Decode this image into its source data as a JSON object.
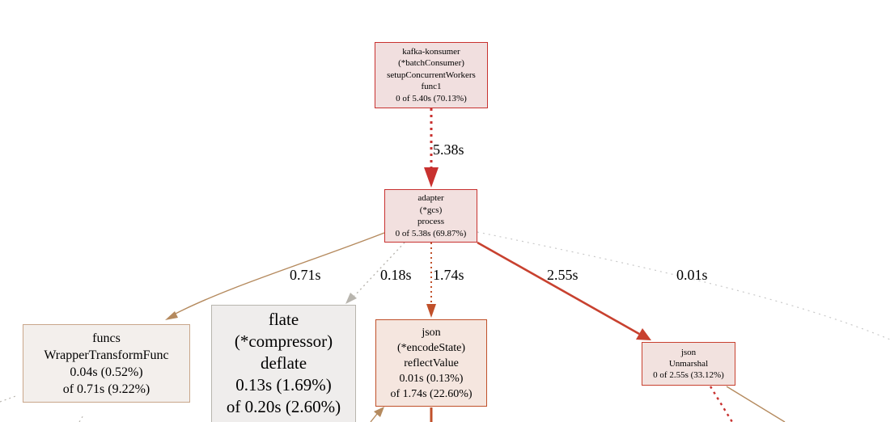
{
  "colors": {
    "hot": "#c8312f",
    "hot_fill": "#f1dfdf",
    "warm": "#c0502a",
    "tan": "#b58a5e",
    "gray": "#b8b5ae"
  },
  "nodes": {
    "kafka": {
      "lines": [
        "kafka-konsumer",
        "(*batchConsumer)",
        "setupConcurrentWorkers",
        "func1",
        "0 of 5.40s (70.13%)"
      ]
    },
    "adapter": {
      "lines": [
        "adapter",
        "(*gcs)",
        "process",
        "0 of 5.38s (69.87%)"
      ]
    },
    "funcs": {
      "lines": [
        "funcs",
        "WrapperTransformFunc",
        "0.04s (0.52%)",
        "of 0.71s (9.22%)"
      ]
    },
    "flate": {
      "lines": [
        "flate",
        "(*compressor)",
        "deflate",
        "0.13s (1.69%)",
        "of 0.20s (2.60%)"
      ]
    },
    "json_encode": {
      "lines": [
        "json",
        "(*encodeState)",
        "reflectValue",
        "0.01s (0.13%)",
        "of 1.74s (22.60%)"
      ]
    },
    "json_unmarshal": {
      "lines": [
        "json",
        "Unmarshal",
        "0 of 2.55s (33.12%)"
      ]
    }
  },
  "edges": {
    "kafka_adapter": "5.38s",
    "adapter_funcs": "0.71s",
    "adapter_flate": "0.18s",
    "adapter_json_encode": "1.74s",
    "adapter_json_unmarshal": "2.55s",
    "adapter_offscreen": "0.01s"
  }
}
